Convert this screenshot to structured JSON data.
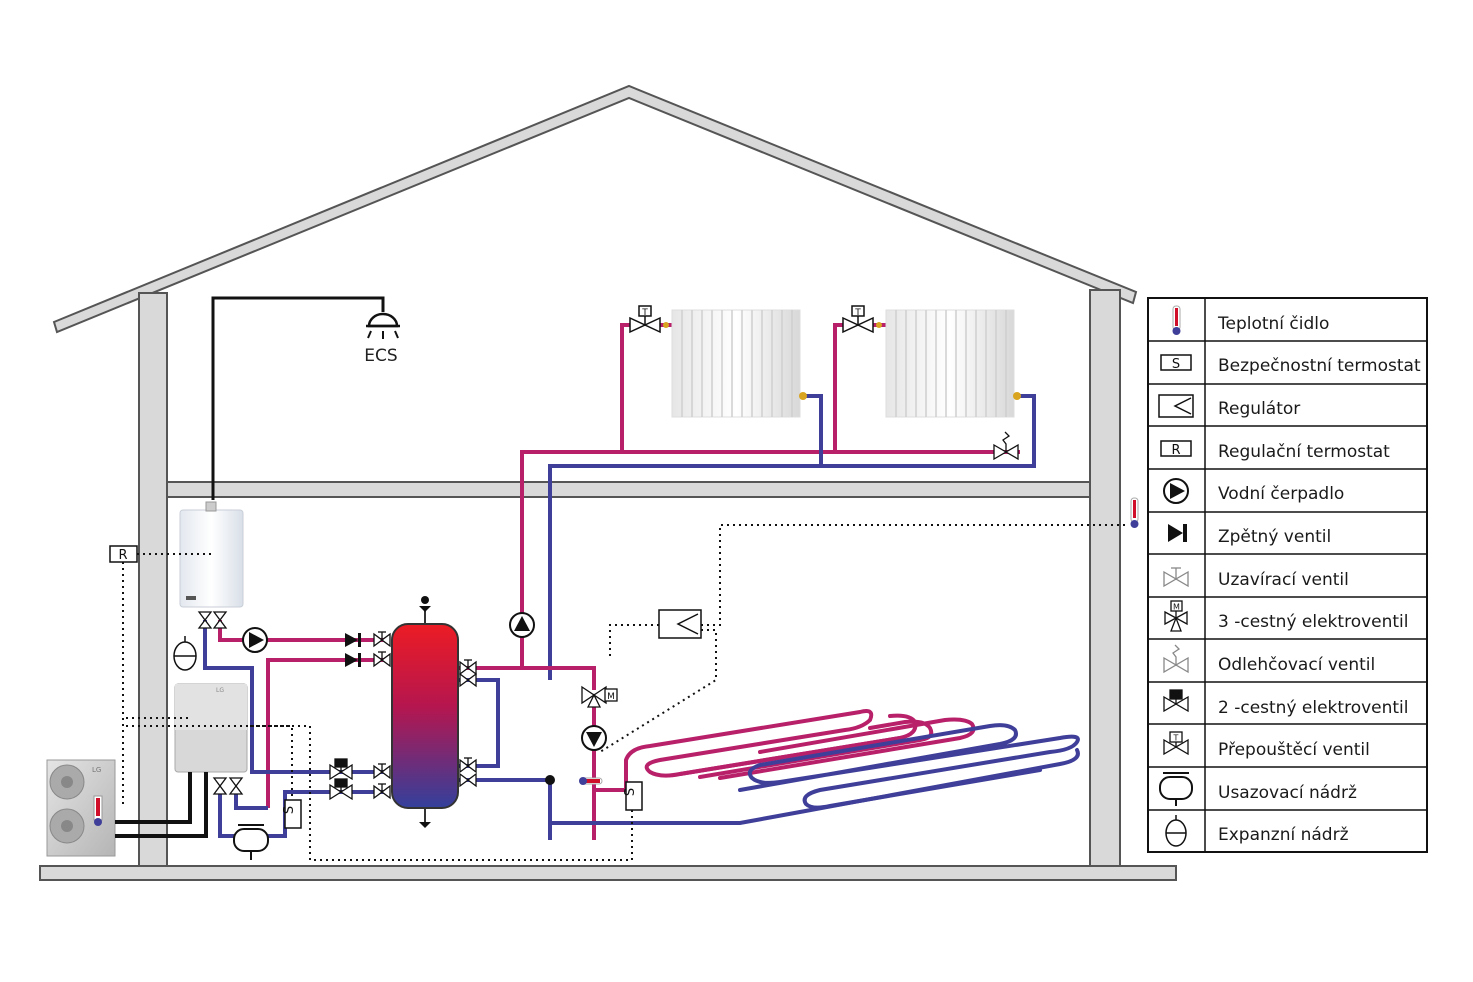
{
  "diagram": {
    "ecs_label": "ECS",
    "regulating_thermostat_letter": "R",
    "safety_thermostat_letter": "S",
    "thermostatic_head_letter": "T",
    "motor_letter": "M",
    "outdoor_unit_brand": "LG",
    "colors": {
      "hot_pipe": "#b8206a",
      "cold_pipe": "#3f3f9a",
      "wall": "#d9d9d9",
      "wall_outline": "#555555",
      "tank_top": "#e8232a",
      "tank_bottom": "#3a3f9e"
    }
  },
  "legend": {
    "items": [
      {
        "icon": "temperature-sensor-icon",
        "label": "Teplotní čidlo"
      },
      {
        "icon": "safety-thermostat-icon",
        "label": "Bezpečnostní termostat"
      },
      {
        "icon": "regulator-icon",
        "label": "Regulátor"
      },
      {
        "icon": "regulating-thermostat-icon",
        "label": "Regulační termostat"
      },
      {
        "icon": "water-pump-icon",
        "label": "Vodní čerpadlo"
      },
      {
        "icon": "check-valve-icon",
        "label": "Zpětný ventil"
      },
      {
        "icon": "shutoff-valve-icon",
        "label": "Uzavírací ventil"
      },
      {
        "icon": "three-way-electrovalve-icon",
        "label": "3 -cestný elektroventil"
      },
      {
        "icon": "relief-valve-icon",
        "label": "Odlehčovací ventil"
      },
      {
        "icon": "two-way-electrovalve-icon",
        "label": "2 -cestný elektroventil"
      },
      {
        "icon": "bypass-valve-icon",
        "label": "Přepouštěcí ventil"
      },
      {
        "icon": "settling-tank-icon",
        "label": "Usazovací nádrž"
      },
      {
        "icon": "expansion-tank-icon",
        "label": "Expanzní nádrž"
      }
    ]
  }
}
